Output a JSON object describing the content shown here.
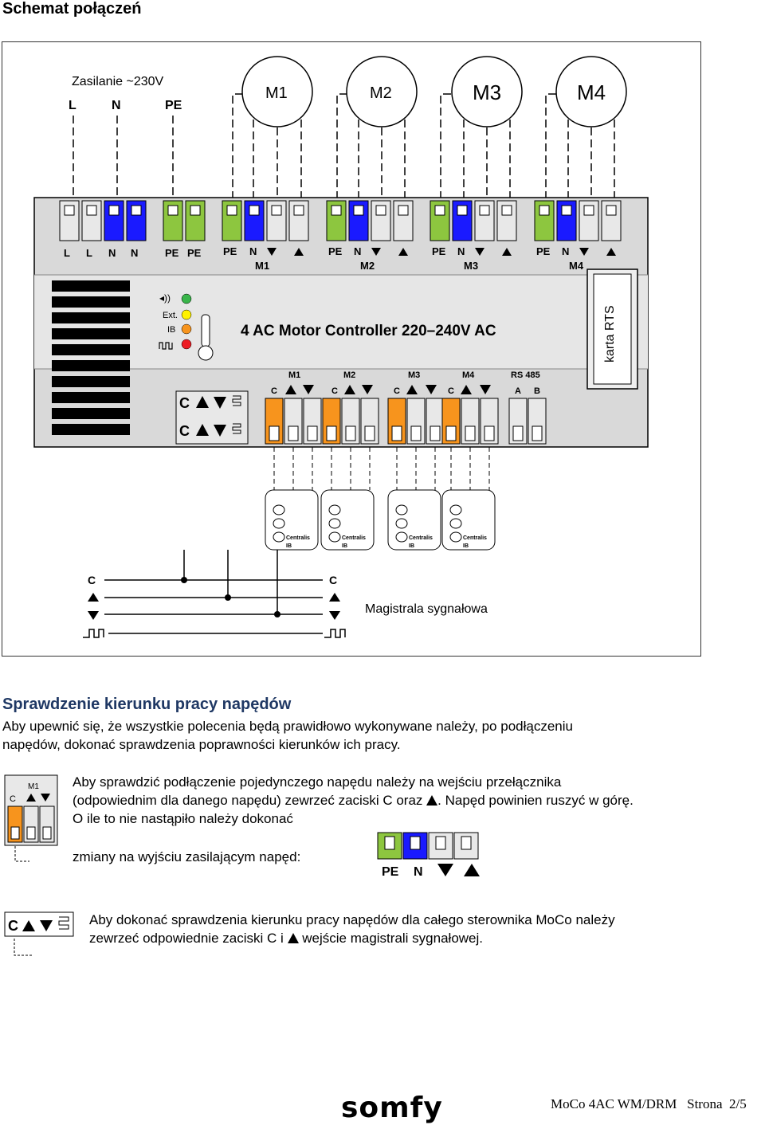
{
  "header": {
    "title": "Schemat połączeń"
  },
  "diagram": {
    "supply_label": "Zasilanie ~230V",
    "supply_terms": [
      "L",
      "N",
      "PE"
    ],
    "motors": [
      "M1",
      "M2",
      "M3",
      "M4"
    ],
    "top_terminal_labels": [
      "L",
      "L",
      "N",
      "N",
      "PE",
      "PE"
    ],
    "motor_terminal_labels": [
      "PE",
      "N"
    ],
    "rts_card": "karta RTS",
    "controller_title": "4 AC Motor Controller 220–240V AC",
    "indicators": [
      "Ext.",
      "IB"
    ],
    "bottom_groups": [
      "M1",
      "M2",
      "M3",
      "M4",
      "RS 485"
    ],
    "rs485_terms": [
      "A",
      "B"
    ],
    "c_label": "C",
    "switch_caption_1": "Centralis",
    "switch_caption_2": "IB",
    "bus_label": "Magistrala sygnałowa",
    "colors": {
      "green": "#8dc63f",
      "blue": "#1a1aff",
      "orange": "#f7941d",
      "gray": "#d9d9d9"
    }
  },
  "section": {
    "title": "Sprawdzenie kierunku pracy napędów",
    "intro_line1": "Aby upewnić się, że wszystkie polecenia będą prawidłowo wykonywane należy, po podłączeniu",
    "intro_line2": "napędów, dokonać sprawdzenia poprawności kierunków ich pracy.",
    "para1_line1": "Aby sprawdzić podłączenie pojedynczego napędu należy na wejściu przełącznika",
    "para1_line2_a": "(odpowiednim dla danego napędu) zewrzeć zaciski C oraz",
    "para1_line2_b": ". Napęd powinien ruszyć w górę.",
    "para1_line3": "O ile to nie nastąpiło należy dokonać",
    "para1_line4": "zmiany na wyjściu zasilającym napęd:",
    "small_m1": "M1",
    "out_labels": [
      "PE",
      "N"
    ],
    "para2_line1": "Aby dokonać sprawdzenia kierunku pracy napędów dla całego sterownika MoCo należy",
    "para2_line2_a": "zewrzeć odpowiednie zaciski C i",
    "para2_line2_b": "wejście magistrali sygnałowej."
  },
  "footer": {
    "logo": "somfy",
    "page": "MoCo 4AC WM/DRM   Strona  2/5"
  }
}
